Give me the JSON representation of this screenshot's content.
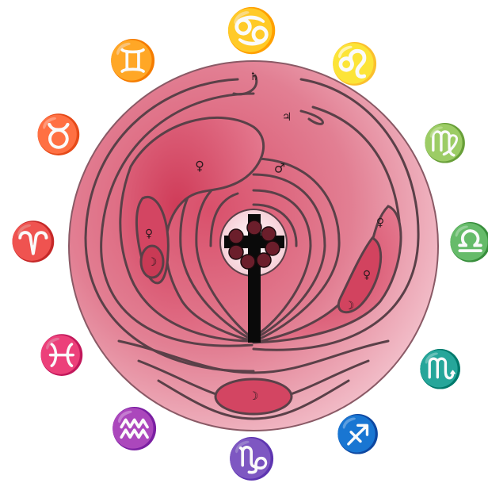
{
  "colors": {
    "disc_light": "#f2b8c4",
    "disc_mid": "#e07a90",
    "lobe_deep": "#d2435f",
    "contour": "#5a4048",
    "cross": "#0a0a0a",
    "rose": "#6b1e2b",
    "center_glow": "#fbe6ea"
  },
  "zodiac": [
    {
      "name": "cancer",
      "glyph": "♋"
    },
    {
      "name": "leo",
      "glyph": "♌"
    },
    {
      "name": "virgo",
      "glyph": "♍"
    },
    {
      "name": "libra",
      "glyph": "♎"
    },
    {
      "name": "scorpio",
      "glyph": "♏"
    },
    {
      "name": "sagittarius",
      "glyph": "♐"
    },
    {
      "name": "capricorn",
      "glyph": "♑"
    },
    {
      "name": "aquarius",
      "glyph": "♒"
    },
    {
      "name": "pisces",
      "glyph": "♓"
    },
    {
      "name": "aries",
      "glyph": "♈"
    },
    {
      "name": "taurus",
      "glyph": "♉"
    },
    {
      "name": "gemini",
      "glyph": "♊"
    }
  ],
  "planets": {
    "saturn": "♄",
    "jupiter": "♃",
    "venus_upper": "♀",
    "mars": "♂",
    "venus_left": "♀",
    "moon_left": "☽",
    "venus_right_upper": "♀",
    "venus_right_lower": "♀",
    "moon_right": "☽",
    "moon_bottom": "☽"
  }
}
